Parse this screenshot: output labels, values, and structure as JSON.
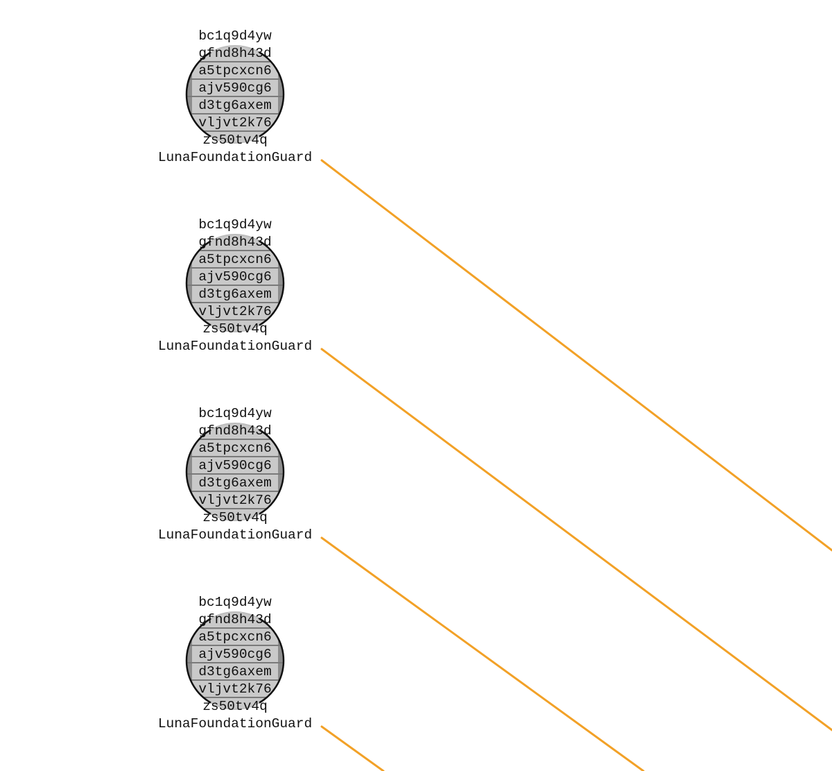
{
  "colors": {
    "edge": "#f2a127",
    "node_fill": "#c9c9c9",
    "node_fill_dark": "#8e8e8e",
    "node_stroke": "#111111",
    "text": "#111111"
  },
  "nodes": [
    {
      "lines": [
        "bc1q9d4yw",
        "gfnd8h43d",
        "a5tpcxcn6",
        "ajv590cg6",
        "d3tg6axem",
        "vljvt2k76",
        "zs50tv4q"
      ],
      "label": "LunaFoundationGuard"
    },
    {
      "lines": [
        "bc1q9d4yw",
        "gfnd8h43d",
        "a5tpcxcn6",
        "ajv590cg6",
        "d3tg6axem",
        "vljvt2k76",
        "zs50tv4q"
      ],
      "label": "LunaFoundationGuard"
    },
    {
      "lines": [
        "bc1q9d4yw",
        "gfnd8h43d",
        "a5tpcxcn6",
        "ajv590cg6",
        "d3tg6axem",
        "vljvt2k76",
        "zs50tv4q"
      ],
      "label": "LunaFoundationGuard"
    },
    {
      "lines": [
        "bc1q9d4yw",
        "gfnd8h43d",
        "a5tpcxcn6",
        "ajv590cg6",
        "d3tg6axem",
        "vljvt2k76",
        "zs50tv4q"
      ],
      "label": "LunaFoundationGuard"
    }
  ]
}
